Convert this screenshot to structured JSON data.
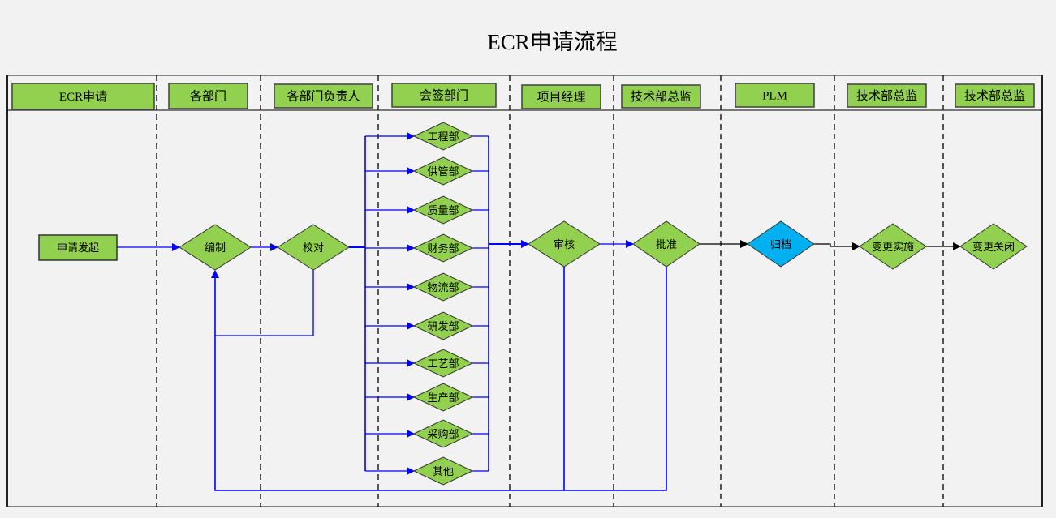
{
  "title": "ECR申请流程",
  "colors": {
    "node_fill": "#92d050",
    "archive_fill": "#00b0f0",
    "flow_blue": "#0000ff",
    "flow_black": "#000000",
    "lane_border": "#808080"
  },
  "lanes": [
    {
      "id": "l1",
      "label": "ECR申请"
    },
    {
      "id": "l2",
      "label": "各部门"
    },
    {
      "id": "l3",
      "label": "各部门负责人"
    },
    {
      "id": "l4",
      "label": "会签部门"
    },
    {
      "id": "l5",
      "label": "项目经理"
    },
    {
      "id": "l6",
      "label": "技术部总监"
    },
    {
      "id": "l7",
      "label": "PLM"
    },
    {
      "id": "l8",
      "label": "技术部总监"
    },
    {
      "id": "l9",
      "label": "技术部总监"
    }
  ],
  "nodes": {
    "start": {
      "label": "申请发起",
      "shape": "rect"
    },
    "compile": {
      "label": "编制",
      "shape": "diamond"
    },
    "check": {
      "label": "校对",
      "shape": "diamond"
    },
    "review": {
      "label": "审核",
      "shape": "diamond"
    },
    "approve": {
      "label": "批准",
      "shape": "diamond"
    },
    "archive": {
      "label": "归档",
      "shape": "diamond"
    },
    "implement": {
      "label": "变更实施",
      "shape": "diamond"
    },
    "close": {
      "label": "变更关闭",
      "shape": "diamond"
    }
  },
  "countersign_departments": [
    "工程部",
    "供管部",
    "质量部",
    "财务部",
    "物流部",
    "研发部",
    "工艺部",
    "生产部",
    "采购部",
    "其他"
  ]
}
